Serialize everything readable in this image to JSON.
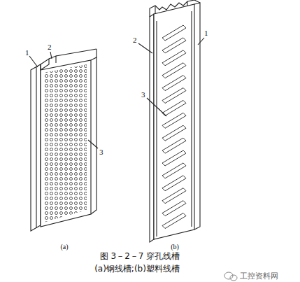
{
  "diagram": {
    "caption": "图 3－2－7 穿孔线槽",
    "labels": [
      "1",
      "2",
      "3",
      "2",
      "1",
      "3",
      "(a)",
      "(b)",
      "(a)钢线槽;(b)塑料线槽",
      "工控资料网"
    ]
  }
}
